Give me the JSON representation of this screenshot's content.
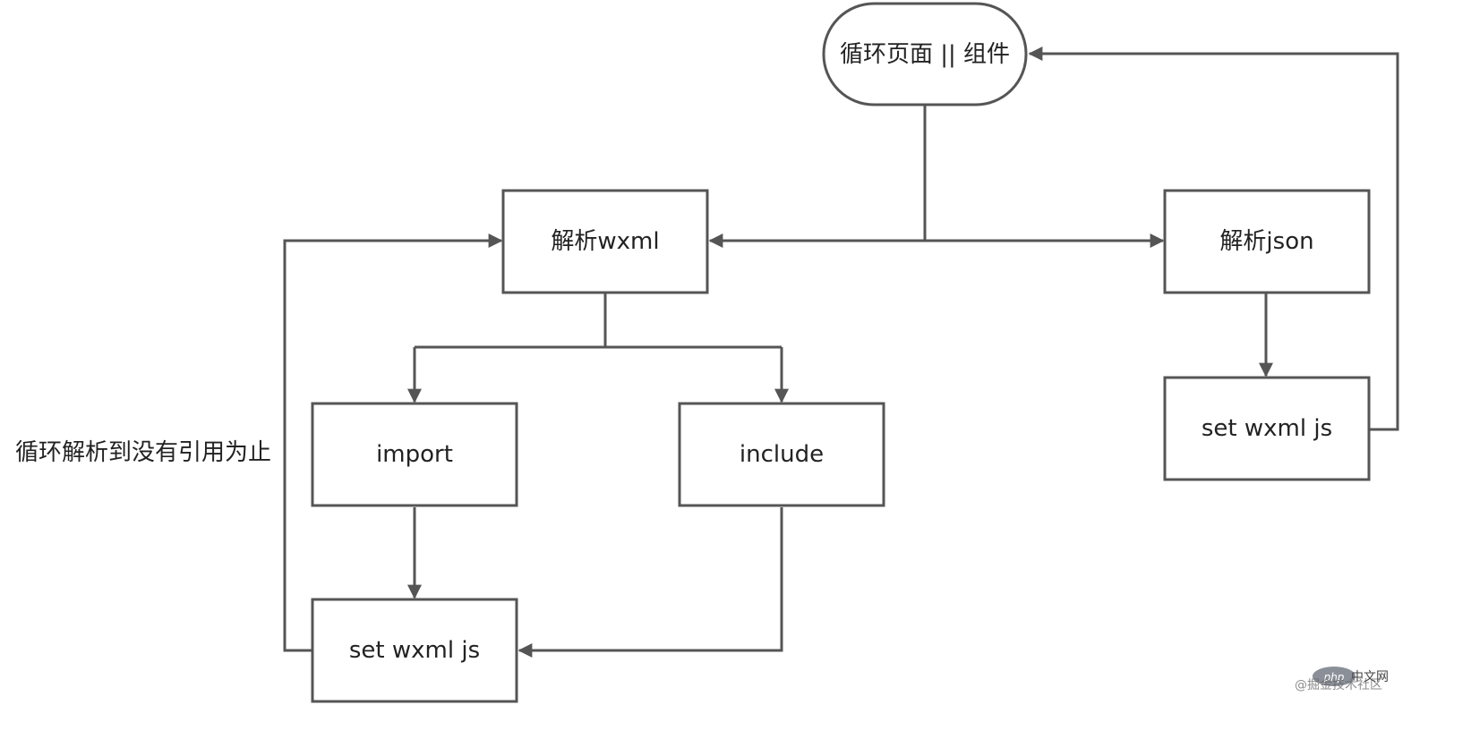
{
  "nodes": {
    "loop_pages": "循环页面 || 组件",
    "parse_wxml": "解析wxml",
    "parse_json": "解析json",
    "import": "import",
    "include": "include",
    "set_left": "set wxml js",
    "set_right": "set wxml js"
  },
  "annotation": "循环解析到没有引用为止",
  "watermark": {
    "logo": "php",
    "text": "中文网",
    "sub": "@掘金技术社区"
  }
}
